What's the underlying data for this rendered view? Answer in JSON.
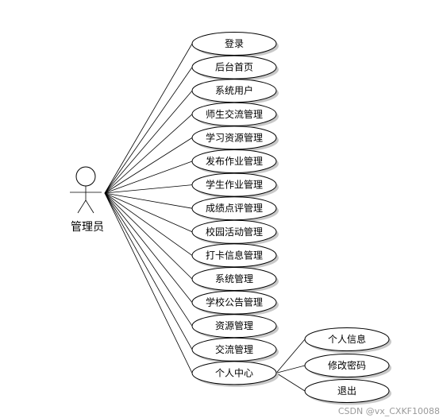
{
  "actor": {
    "label": "管理员"
  },
  "use_cases": [
    {
      "label": "登录"
    },
    {
      "label": "后台首页"
    },
    {
      "label": "系统用户"
    },
    {
      "label": "师生交流管理"
    },
    {
      "label": "学习资源管理"
    },
    {
      "label": "发布作业管理"
    },
    {
      "label": "学生作业管理"
    },
    {
      "label": "成绩点评管理"
    },
    {
      "label": "校园活动管理"
    },
    {
      "label": "打卡信息管理"
    },
    {
      "label": "系统管理"
    },
    {
      "label": "学校公告管理"
    },
    {
      "label": "资源管理"
    },
    {
      "label": "交流管理"
    },
    {
      "label": "个人中心"
    }
  ],
  "sub_cases": [
    {
      "label": "个人信息"
    },
    {
      "label": "修改密码"
    },
    {
      "label": "退出"
    }
  ],
  "watermark": "CSDN @vx_CXKF10088"
}
